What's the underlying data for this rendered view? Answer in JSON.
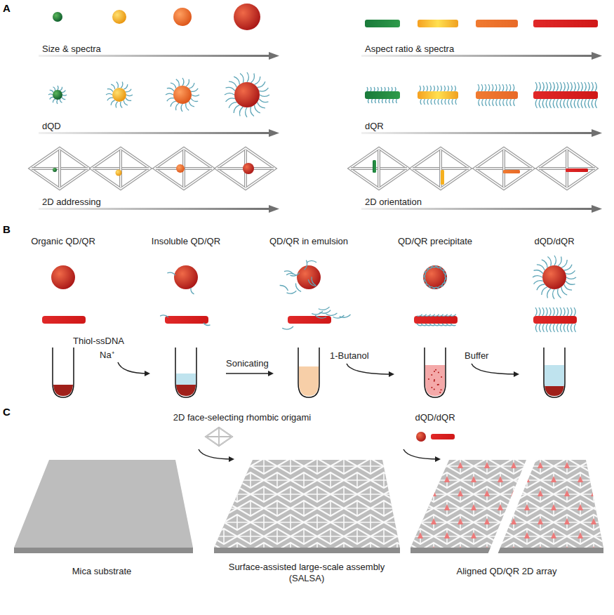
{
  "diagram": {
    "labels": [
      "A",
      "Size & spectra",
      "Aspect ratio & spectra",
      "dQD",
      "dQR",
      "2D addressing",
      "2D orientation",
      "B",
      "Organic QD/QR",
      "Insoluble QD/QR",
      "QD/QR in emulsion",
      "QD/QR precipitate",
      "dQD/dQR",
      "Thiol-ssDNA",
      "Na⁺",
      "Sonicating",
      "1-Butanol",
      "Buffer",
      "C",
      "2D face-selecting rhombic origami",
      "dQD/dQR",
      "Mica substrate",
      "Surface-assisted large-scale assembly (SALSA)",
      "Aligned QD/QR 2D array"
    ]
  }
}
